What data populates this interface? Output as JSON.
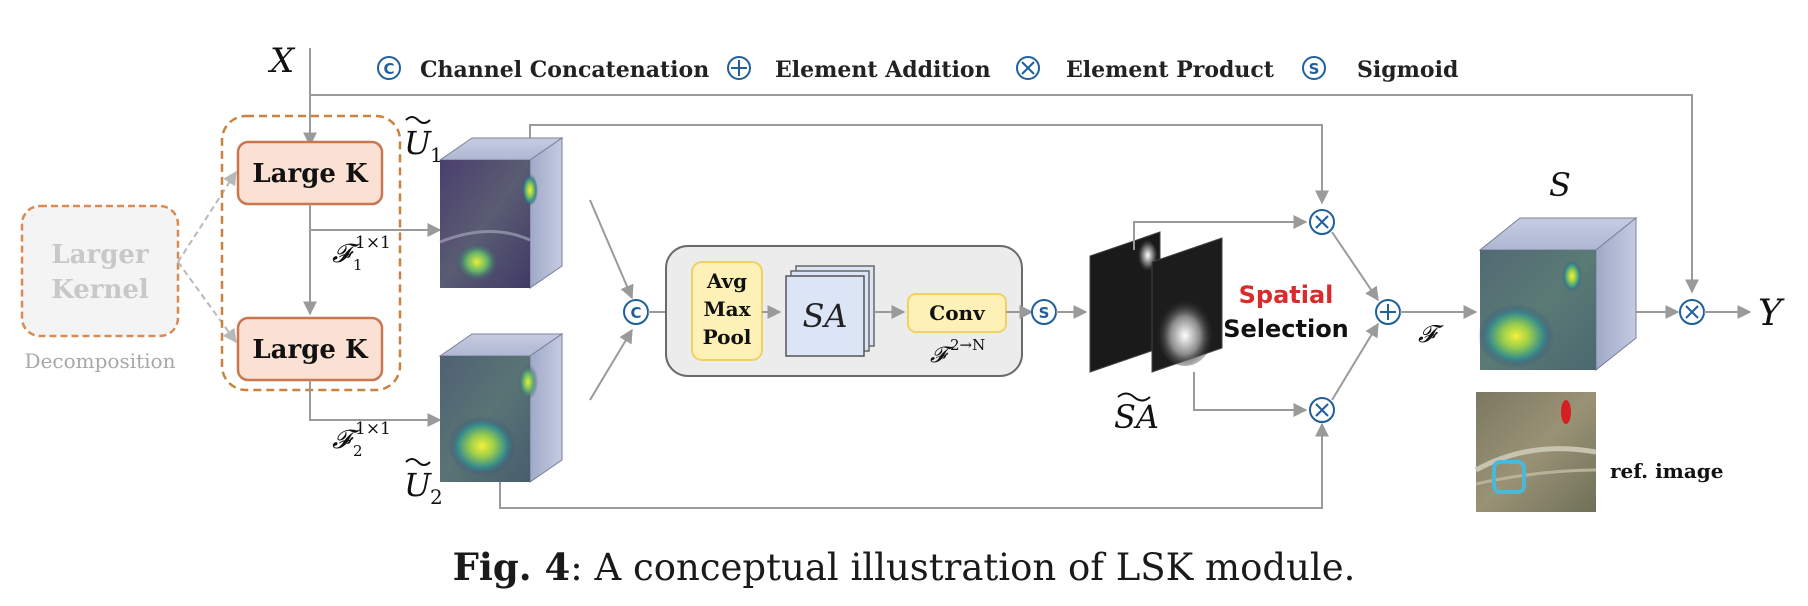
{
  "legend": {
    "concat_symbol": "C",
    "concat_label": "Channel Concatenation",
    "add_symbol": "+",
    "add_label": "Element Addition",
    "product_symbol": "×",
    "product_label": "Element Product",
    "sigmoid_symbol": "S",
    "sigmoid_label": "Sigmoid"
  },
  "input_label": "X",
  "output_label": "Y",
  "decomposition": {
    "box_line1": "Larger",
    "box_line2": "Kernel",
    "caption": "Decomposition",
    "large_k_1": "Large K",
    "large_k_2": "Large K"
  },
  "features": {
    "u1_label": "U",
    "u1_sub": "1",
    "u2_label": "U",
    "u2_sub": "2",
    "f1_label": "𝓕",
    "f1_sup": "1×1",
    "f1_sub": "1",
    "f2_label": "𝓕",
    "f2_sup": "1×1",
    "f2_sub": "2"
  },
  "pool_block": {
    "pool_line1": "Avg",
    "pool_line2": "Max",
    "pool_line3": "Pool",
    "sa_label": "SA",
    "conv_label": "Conv",
    "conv_note": "𝓕",
    "conv_note_sup": "2→N",
    "concat_symbol": "C",
    "sigmoid_symbol": "S"
  },
  "selection": {
    "sa_tilde_label": "SA",
    "title_line1": "Spatial",
    "title_line2": "Selection",
    "f_label": "𝓕",
    "s_label": "S",
    "ref_label": "ref. image",
    "product_symbol": "×",
    "add_symbol": "+"
  },
  "caption": {
    "fig": "Fig. 4",
    "text": ": A conceptual illustration of LSK module."
  },
  "colors": {
    "arrow": "#9a9a9a",
    "large_k_fill": "#fbe1d4",
    "large_k_stroke": "#c9774f",
    "dashed_orange": "#c9823f",
    "pool_fill": "#fdf1b8",
    "pool_stroke": "#efd263",
    "sa_fill": "#dbe5f6",
    "spatial_red": "#d92b2b",
    "op_blue": "#1e5f9c"
  }
}
